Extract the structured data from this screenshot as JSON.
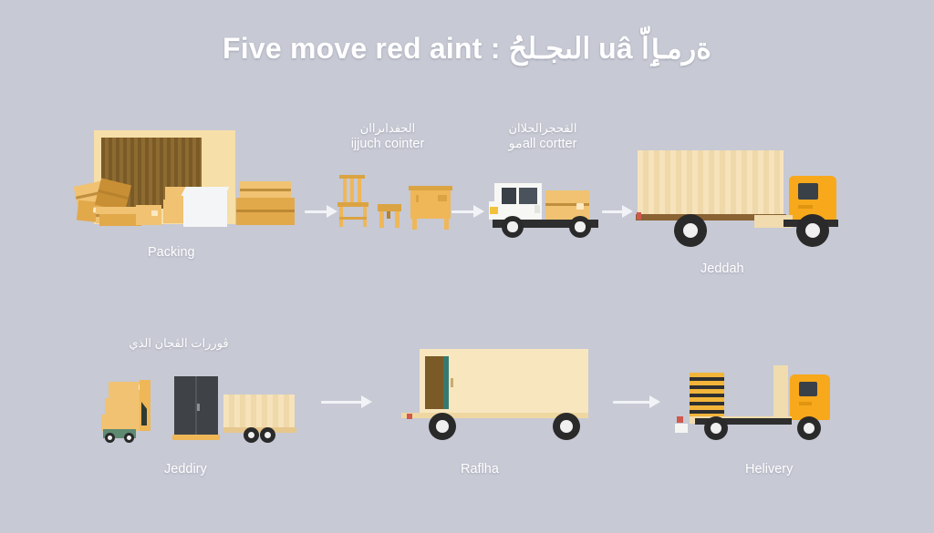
{
  "page": {
    "background_color": "#c7c9d4",
    "text_color": "#ffffff",
    "accent_orange": "#f7a81b",
    "cardboard_color": "#e2a94a",
    "cargo_cream": "#f6e3bb"
  },
  "title": "Five move red aint : الىجـلحُ uâ ةرمٳاّ",
  "rows": [
    {
      "name": "top-row",
      "steps": [
        {
          "id": "packing",
          "caption": "Packing",
          "sub_arabic": "",
          "sub_english": "",
          "illustration": "storage-room-with-boxes"
        },
        {
          "id": "furniture",
          "caption": "",
          "sub_arabic": "الحفداىراان",
          "sub_english": "ijjuch cointer",
          "illustration": "furniture-chair-stool-cabinet"
        },
        {
          "id": "loading",
          "caption": "",
          "sub_arabic": "القحجرالحلاان",
          "sub_english": "موall cortter",
          "illustration": "white-pickup-truck-with-box"
        },
        {
          "id": "jeddah",
          "caption": "Jeddah",
          "sub_arabic": "",
          "sub_english": "",
          "illustration": "large-orange-box-truck"
        }
      ]
    },
    {
      "name": "bottom-row",
      "steps": [
        {
          "id": "jeddiry",
          "caption": "Jeddiry",
          "sub_arabic": "ڤوررات الڤجان الذي",
          "sub_english": "",
          "illustration": "hand-truck-wardrobe-trailer"
        },
        {
          "id": "raflha",
          "caption": "Raflha",
          "sub_arabic": "",
          "sub_english": "",
          "illustration": "long-cream-trailer"
        },
        {
          "id": "helivery",
          "caption": "Helivery",
          "sub_arabic": "",
          "sub_english": "",
          "illustration": "orange-flatbed-truck-with-pallet"
        }
      ]
    }
  ],
  "arrows": [
    {
      "name": "arrow-packing-to-furniture"
    },
    {
      "name": "arrow-furniture-to-loading"
    },
    {
      "name": "arrow-loading-to-jeddah"
    },
    {
      "name": "arrow-jeddiry-to-raflha"
    },
    {
      "name": "arrow-raflha-to-helivery"
    }
  ]
}
